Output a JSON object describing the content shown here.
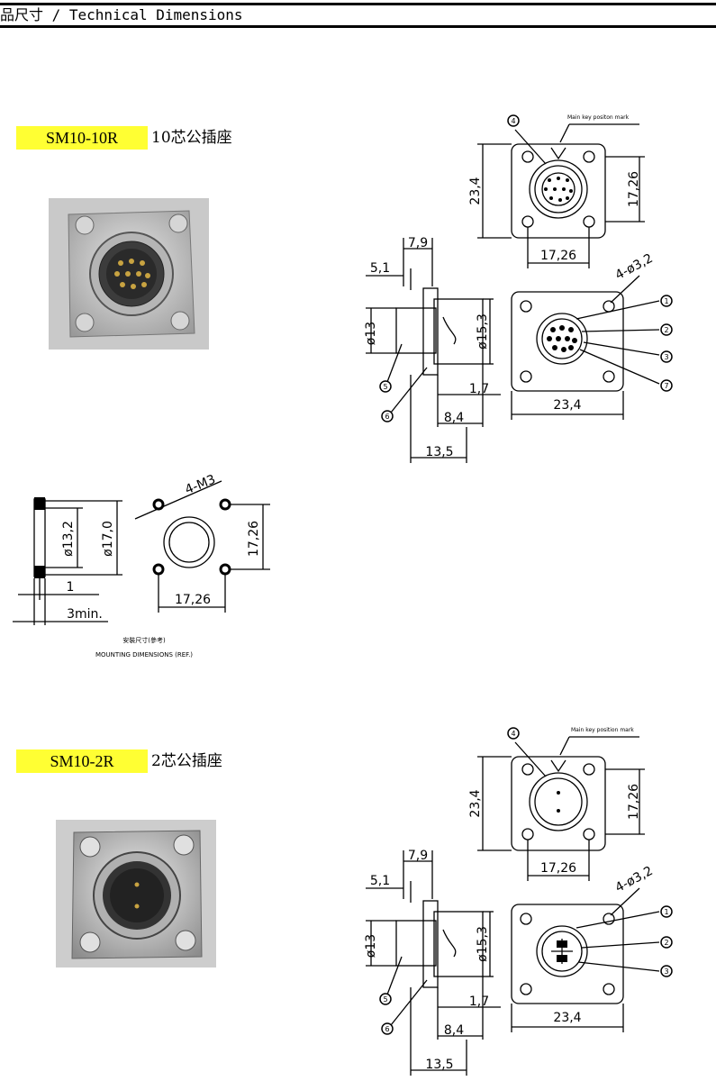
{
  "header": {
    "title": "品尺寸 / Technical Dimensions"
  },
  "products": [
    {
      "model": "SM10-10R",
      "desc": "10芯公插座",
      "front": {
        "height": "23,4",
        "hole_pitch_v": "17,26",
        "hole_pitch_h": "17,26",
        "callout": "4",
        "key_mark": "Main key positon mark"
      },
      "side": {
        "d7_9": "7,9",
        "d5_1": "5,1",
        "d13": "ø13",
        "d15_3": "ø15,3",
        "d1_7": "1,7",
        "d8_4": "8,4",
        "d13_5": "13,5",
        "c5": "5",
        "c6": "6"
      },
      "rear": {
        "holes": "4-ø3,2",
        "width": "23,4",
        "c1": "1",
        "c2": "2",
        "c3": "3",
        "c7": "7"
      }
    },
    {
      "model": "SM10-2R",
      "desc": "2芯公插座",
      "front": {
        "height": "23,4",
        "hole_pitch_v": "17,26",
        "hole_pitch_h": "17,26",
        "callout": "4",
        "key_mark": "Main key position mark"
      },
      "side": {
        "d7_9": "7,9",
        "d5_1": "5,1",
        "d13": "ø13",
        "d15_3": "ø15,3",
        "d1_7": "1,7",
        "d8_4": "8,4",
        "d13_5": "13,5",
        "c5": "5",
        "c6": "6"
      },
      "rear": {
        "holes": "4-ø3,2",
        "width": "23,4",
        "c1": "1",
        "c2": "2",
        "c3": "3"
      }
    }
  ],
  "mounting": {
    "holes": "4-M3",
    "d13_2": "ø13,2",
    "d17_0": "ø17,0",
    "pitch_v": "17,26",
    "pitch_h": "17,26",
    "thick": "1",
    "min": "3min.",
    "caption_cn": "安裝尺寸(參考)",
    "caption_en": "MOUNTING DIMENSIONS (REF.)"
  }
}
